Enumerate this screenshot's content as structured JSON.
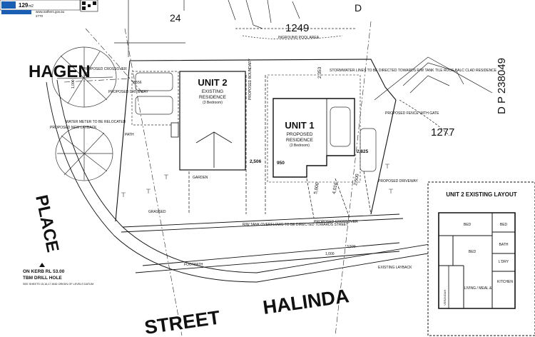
{
  "badge": {
    "number": "129",
    "suffix": "m2",
    "site": "www.nathers.gov.au",
    "code": "2770"
  },
  "streets": {
    "hagen": "HAGEN",
    "place": "PLACE",
    "street": "STREET",
    "halinda": "HALINDA",
    "lot_1249": "1249",
    "lot_1277": "1277",
    "dp": "D P 238049",
    "num_24": "24",
    "corner_d": "D"
  },
  "unit2": {
    "title": "UNIT 2",
    "line1": "EXISTING",
    "line2": "RESIDENCE",
    "line3": "(3 Bedroom)"
  },
  "unit1": {
    "title": "UNIT 1",
    "line1": "PROPOSED",
    "line2": "RESIDENCE",
    "line3": "(3 Bedroom)"
  },
  "labels": {
    "proposed_crossover_top": "PROPOSED CROSSOVER",
    "proposed_driveway_left": "PROPOSED DRIVEWAY",
    "water_meter": "WATER METER TO BE RELOCATED",
    "proposed_new_layback": "PROPOSED NEW LAYBACK",
    "stormwater": "STORMWATER LINES TO BE DIRECTED TOWARDS R/W TANK",
    "proposed_fence": "PROPOSED FENCE WITH GATE",
    "proposed_driveway_right": "PROPOSED DRIVEWAY",
    "rw_tank": "R/W TANK OVERFLOWS TO BE DIRECTED TOWARDS STREET",
    "proposed_crossover_bottom": "PROPOSED CROSSOVER",
    "existing_layback": "EXISTING LAYBACK",
    "tile_roof": "TILE ROOF BALC CLAD RESIDENCE",
    "inground_pool": "INGROUND POOL AREA",
    "grassed": "GRASSED",
    "garden": "GARDEN",
    "footpath": "FOOTPATH",
    "proposed_boundary": "PROPOSED BOUNDARY",
    "path": "PATH",
    "tbm_line1": "ON KERB RL 53.00",
    "tbm_line2": "TBM DRILL HOLE",
    "tbm_line3": "SEE SHEETS 15,16,17 AND ORIGIN OF LEVELS DATUM"
  },
  "dims": {
    "d2556": "2,556",
    "d1000a": "1,000",
    "d2353": "2,353",
    "d2506": "2,506",
    "d950": "950",
    "d2825": "2,825",
    "d5000": "5,000",
    "d4016": "4,016",
    "d2500": "2,500",
    "d1000b": "1,000",
    "d3500": "3,500"
  },
  "legend": {
    "title": "UNIT 2 EXISTING LAYOUT",
    "bed1": "BED",
    "bed2": "BED",
    "bed3": "BED",
    "bath": "BATH",
    "ldry": "L'DRY",
    "living": "LIVING / MEAL &",
    "kitchen": "KITCHEN",
    "verandah": "VERANDAH"
  }
}
